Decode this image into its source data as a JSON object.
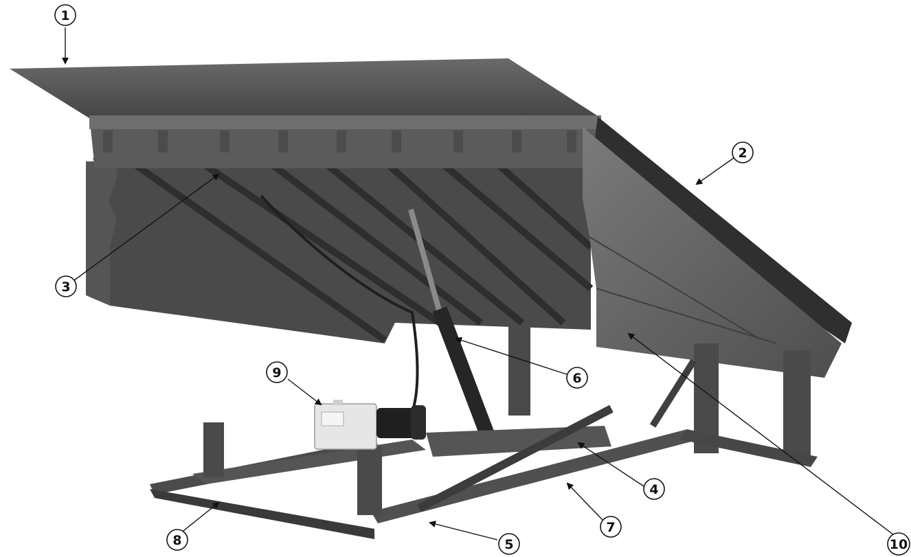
{
  "diagram": {
    "callouts": [
      {
        "number": "1"
      },
      {
        "number": "2"
      },
      {
        "number": "3"
      },
      {
        "number": "4"
      },
      {
        "number": "5"
      },
      {
        "number": "6"
      },
      {
        "number": "7"
      },
      {
        "number": "8"
      },
      {
        "number": "9"
      },
      {
        "number": "10"
      }
    ]
  },
  "colors": {
    "steel_dark": "#3f3f3f",
    "steel_mid": "#5a5a5a",
    "steel_light": "#777777",
    "reservoir": "#e6e6e6",
    "callout_stroke": "#111111"
  }
}
